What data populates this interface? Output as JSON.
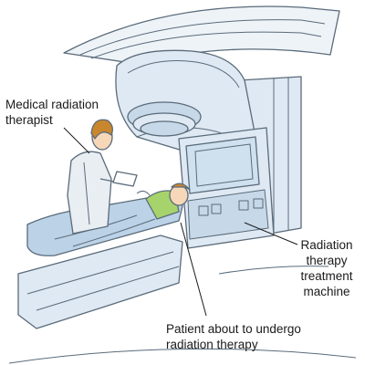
{
  "labels": {
    "therapist": [
      "Medical radiation",
      "therapist"
    ],
    "machine": [
      "Radiation",
      "therapy",
      "treatment",
      "machine"
    ],
    "patient": [
      "Patient about to undergo",
      "radiation therapy"
    ]
  },
  "colors": {
    "line": "#5a6b7a",
    "machine_fill": "#dfe9f3",
    "machine_shade": "#c7d8e8",
    "screen": "#cfe0ee",
    "blanket": "#bcd2e6",
    "scrubs": "#e9eef3",
    "shirt": "#a7d36c",
    "hair": "#c8862e",
    "skin": "#f6d7b8"
  }
}
